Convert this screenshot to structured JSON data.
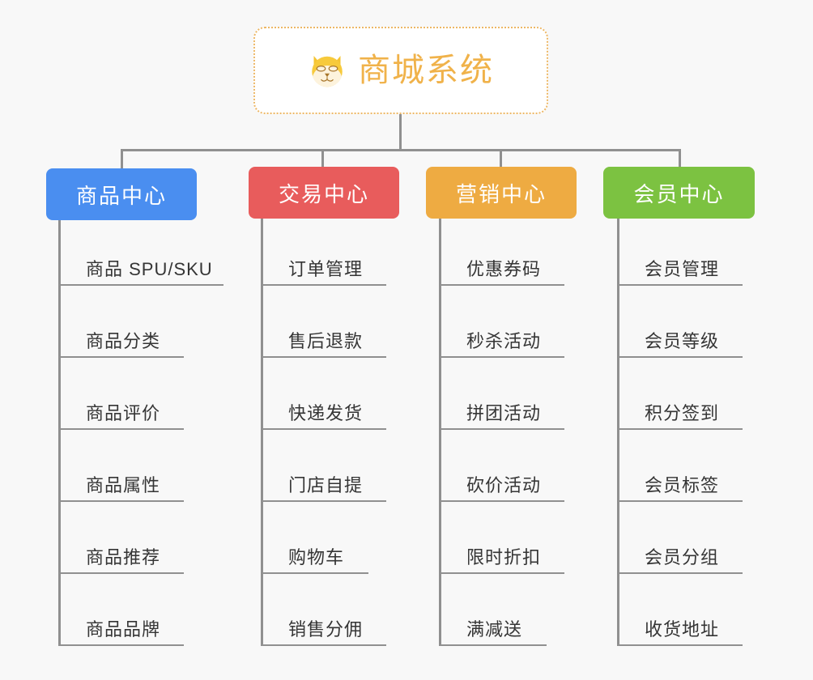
{
  "canvas": {
    "background_color": "#f8f8f8",
    "line_color": "#909090"
  },
  "root": {
    "title": "商城系统",
    "icon": "dog-face-icon",
    "text_color": "#f0b24a",
    "border_color": "#edb765",
    "background_color": "#ffffff"
  },
  "branches": [
    {
      "id": "product-center",
      "label": "商品中心",
      "color": "#4a8ef0",
      "items": [
        "商品 SPU/SKU",
        "商品分类",
        "商品评价",
        "商品属性",
        "商品推荐",
        "商品品牌"
      ]
    },
    {
      "id": "trade-center",
      "label": "交易中心",
      "color": "#e85c5c",
      "items": [
        "订单管理",
        "售后退款",
        "快递发货",
        "门店自提",
        "购物车",
        "销售分佣"
      ]
    },
    {
      "id": "marketing-center",
      "label": "营销中心",
      "color": "#eeab42",
      "items": [
        "优惠券码",
        "秒杀活动",
        "拼团活动",
        "砍价活动",
        "限时折扣",
        "满减送"
      ]
    },
    {
      "id": "member-center",
      "label": "会员中心",
      "color": "#7cc241",
      "items": [
        "会员管理",
        "会员等级",
        "积分签到",
        "会员标签",
        "会员分组",
        "收货地址"
      ]
    }
  ]
}
